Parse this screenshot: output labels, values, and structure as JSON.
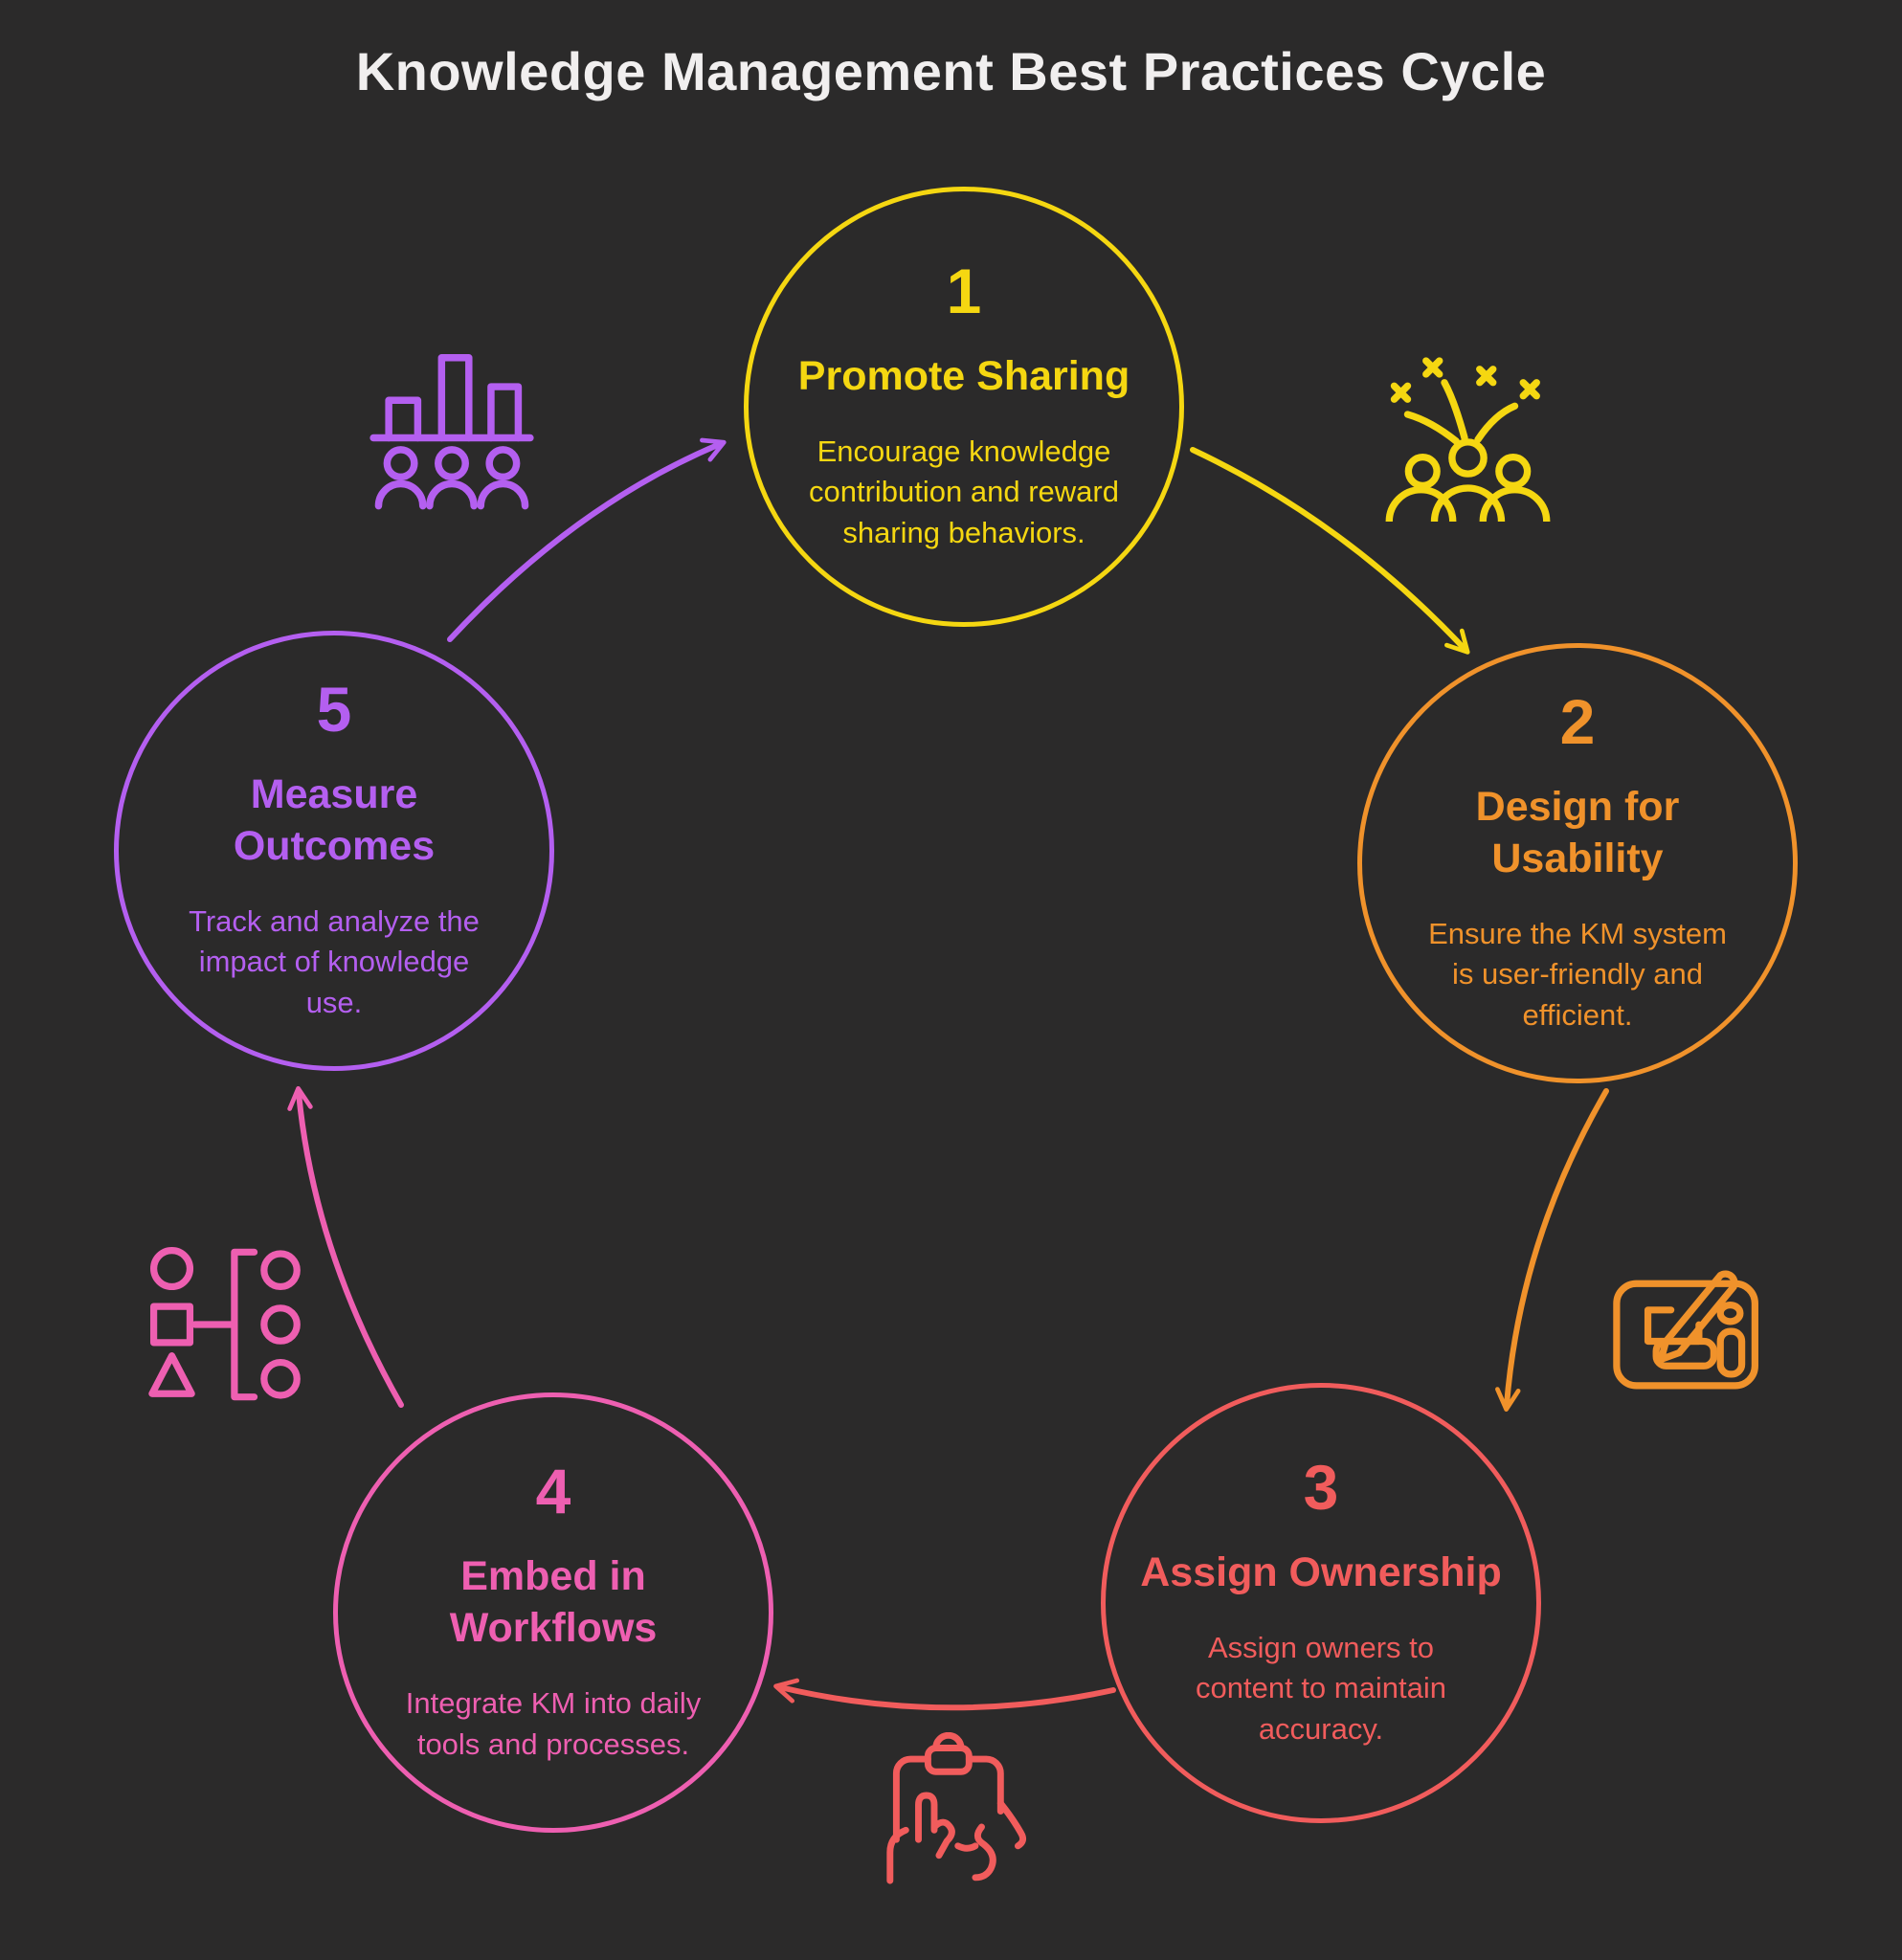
{
  "title": "Knowledge Management Best Practices Cycle",
  "diagram_type": "cycle",
  "colors": {
    "background": "#2b2a2a",
    "title_text": "#f1efef",
    "step1_yellow": "#f5d711",
    "step2_orange": "#f0922b",
    "step3_red": "#f15c5c",
    "step4_pink": "#ee5fb1",
    "step5_purple": "#b45ff0"
  },
  "steps": [
    {
      "number": "1",
      "heading": "Promote Sharing",
      "description": "Encourage knowledge\ncontribution and reward\nsharing behaviors.",
      "color": "#f5d711",
      "position": "top-center"
    },
    {
      "number": "2",
      "heading": "Design for\nUsability",
      "description": "Ensure the KM system\nis user-friendly and\nefficient.",
      "color": "#f0922b",
      "position": "right"
    },
    {
      "number": "3",
      "heading": "Assign Ownership",
      "description": "Assign owners to\ncontent to maintain\naccuracy.",
      "color": "#f15c5c",
      "position": "bottom-right"
    },
    {
      "number": "4",
      "heading": "Embed in\nWorkflows",
      "description": "Integrate KM into daily\ntools and processes.",
      "color": "#ee5fb1",
      "position": "bottom-left"
    },
    {
      "number": "5",
      "heading": "Measure\nOutcomes",
      "description": "Track and analyze the\nimpact of knowledge\nuse.",
      "color": "#b45ff0",
      "position": "left"
    }
  ],
  "arrows": [
    {
      "from": "1",
      "to": "2",
      "color": "#f5d711",
      "icon": "celebration-people-icon"
    },
    {
      "from": "2",
      "to": "3",
      "color": "#f0922b",
      "icon": "drawing-tablet-pen-icon"
    },
    {
      "from": "3",
      "to": "4",
      "color": "#f15c5c",
      "icon": "clipboard-touch-hand-icon"
    },
    {
      "from": "4",
      "to": "5",
      "color": "#ee5fb1",
      "icon": "flowchart-shapes-icon"
    },
    {
      "from": "5",
      "to": "1",
      "color": "#b45ff0",
      "icon": "bar-chart-people-icon"
    }
  ]
}
